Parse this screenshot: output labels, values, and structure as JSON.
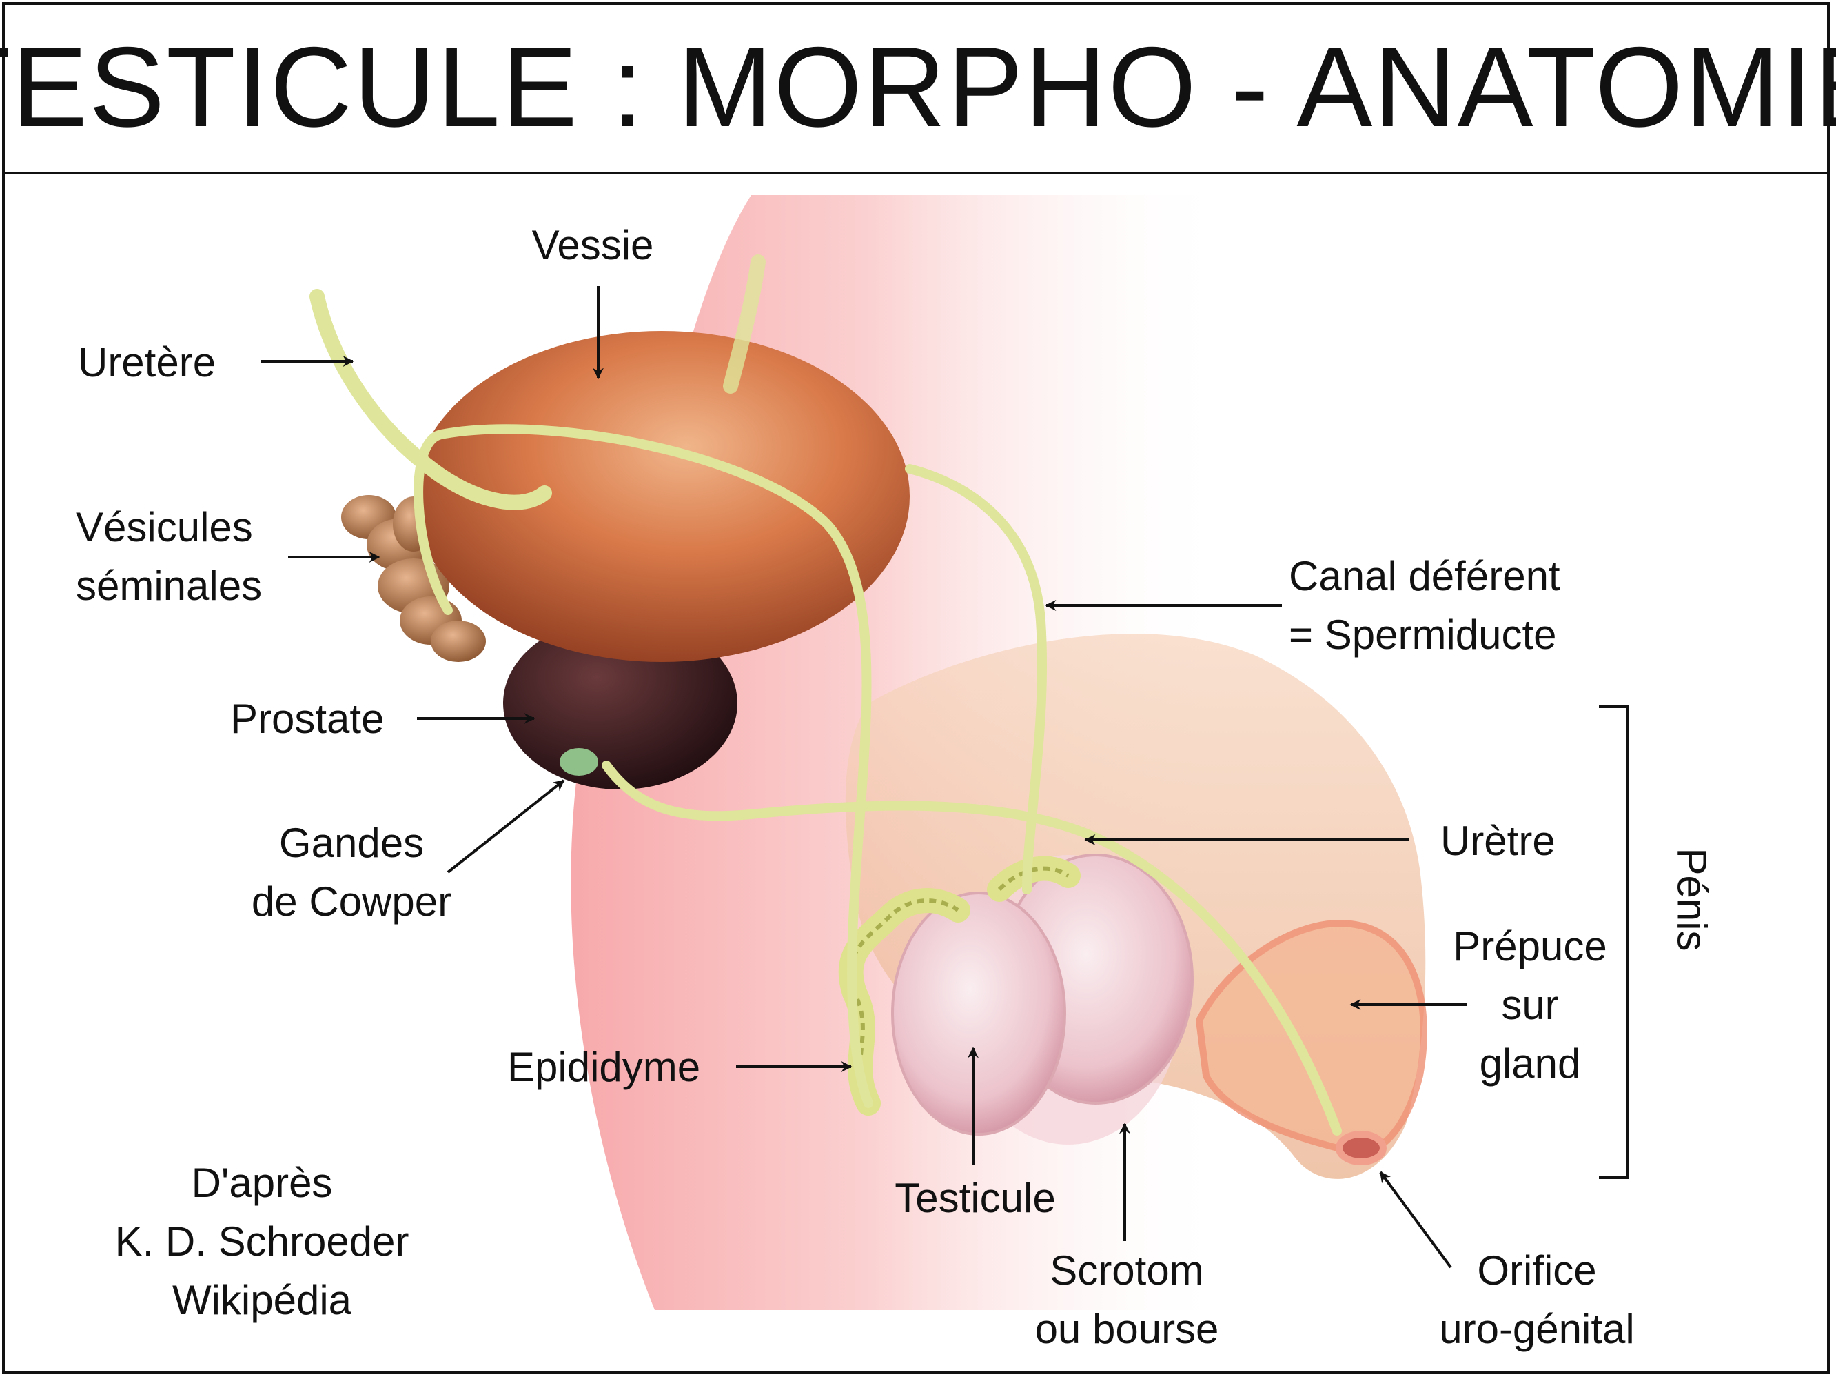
{
  "title": "TESTICULE : MORPHO - ANATOMIE",
  "labels": {
    "vessie": "Vessie",
    "uretere": "Uretère",
    "vesicules_1": "Vésicules",
    "vesicules_2": "séminales",
    "prostate": "Prostate",
    "cowper_1": "Gandes",
    "cowper_2": "de Cowper",
    "canal_1": "Canal déférent",
    "canal_2": "= Spermiducte",
    "uretre": "Urètre",
    "prepuce_1": "Prépuce",
    "prepuce_2": "sur",
    "prepuce_3": "gland",
    "penis": "Pénis",
    "epididyme": "Epididyme",
    "testicule": "Testicule",
    "scrotum_1": "Scrotom",
    "scrotum_2": "ou bourse",
    "orifice_1": "Orifice",
    "orifice_2": "uro-génital"
  },
  "credit": {
    "line1": "D'après",
    "line2": "K. D. Schroeder",
    "line3": "Wikipédia"
  },
  "colors": {
    "skin_pink": "#f9c4c4",
    "bladder": "#c8673d",
    "prostate": "#3d1f22",
    "duct": "#dfe59a",
    "testis": "#f0cfd6",
    "penis": "#f3c7a8"
  }
}
